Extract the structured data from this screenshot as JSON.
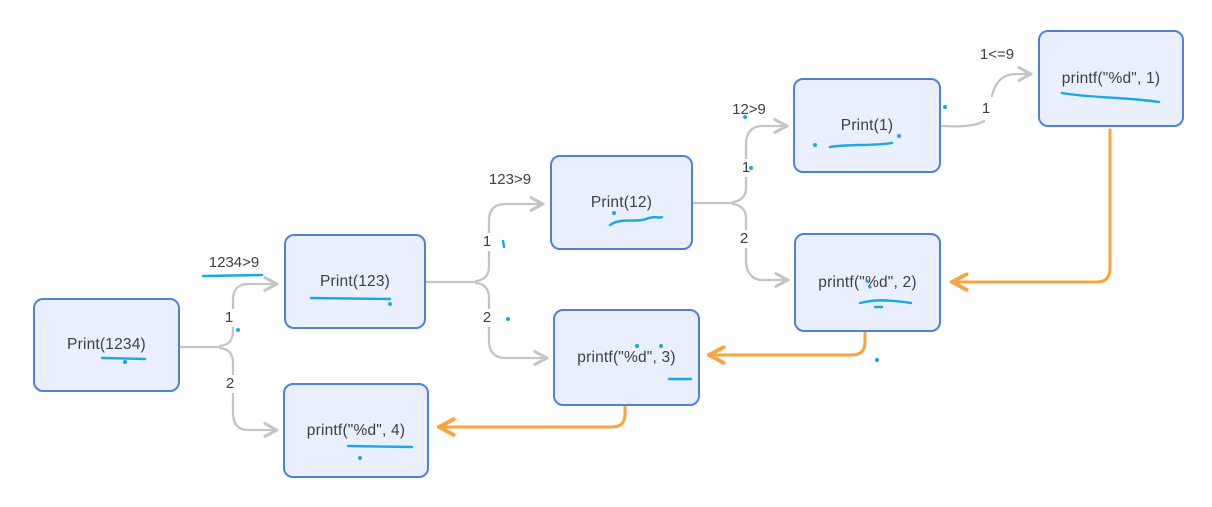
{
  "colors": {
    "box_fill": "#e9effc",
    "box_border": "#4e7fe1",
    "connector_gray": "#c2c5c8",
    "return_orange": "#f6a540",
    "annotation_cyan": "#18a8e6",
    "text": "#3c4043",
    "background": "#ffffff"
  },
  "nodes": [
    {
      "id": "print-1234",
      "label": "Print(1234)"
    },
    {
      "id": "print-123",
      "label": "Print(123)"
    },
    {
      "id": "print-12",
      "label": "Print(12)"
    },
    {
      "id": "print-1",
      "label": "Print(1)"
    },
    {
      "id": "printf-1",
      "label": "printf(\"%d\", 1)"
    },
    {
      "id": "printf-2",
      "label": "printf(\"%d\", 2)"
    },
    {
      "id": "printf-3",
      "label": "printf(\"%d\", 3)"
    },
    {
      "id": "printf-4",
      "label": "printf(\"%d\", 4)"
    }
  ],
  "edge_labels": {
    "cond_1234_gt_9": "1234>9",
    "branch_a1": "1",
    "branch_a2": "2",
    "cond_123_gt_9": "123>9",
    "branch_b1": "1",
    "branch_b2": "2",
    "cond_12_gt_9": "12>9",
    "branch_c1": "1",
    "branch_c2": "2",
    "cond_1_le_9": "1<=9",
    "branch_d1": "1"
  }
}
